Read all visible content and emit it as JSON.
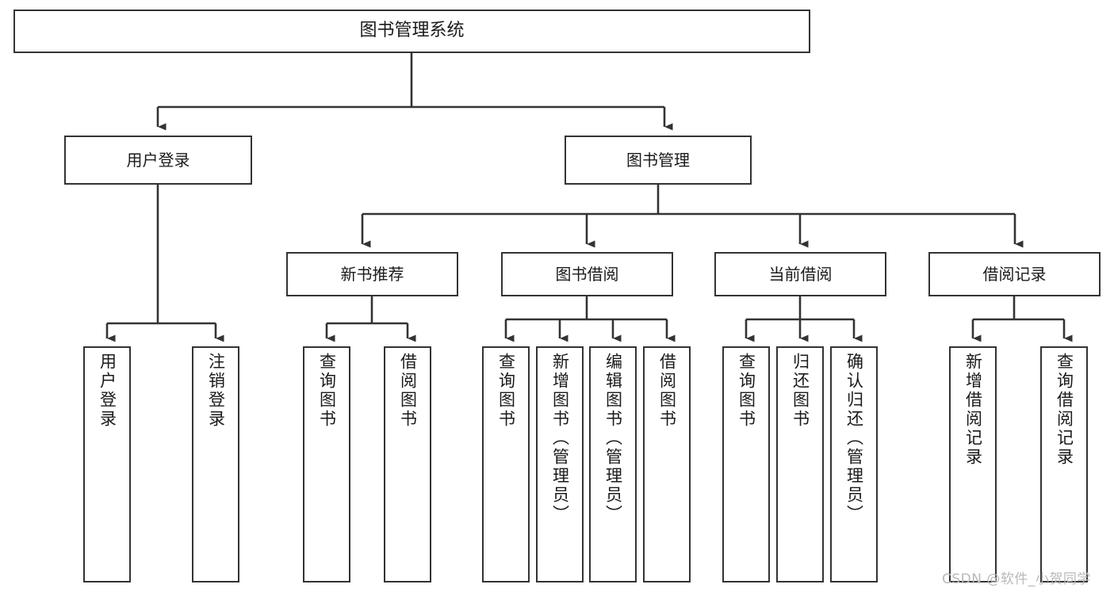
{
  "diagram": {
    "title": "图书管理系统",
    "type": "tree-hierarchy",
    "background_color": "#ffffff",
    "line_color": "#333333",
    "box_border_color": "#333333",
    "box_fill_color": "#ffffff",
    "text_color": "#1a1a1a"
  },
  "root": {
    "label": "图书管理系统"
  },
  "level1": [
    {
      "label": "用户登录"
    },
    {
      "label": "图书管理"
    }
  ],
  "level2": [
    {
      "label": "新书推荐"
    },
    {
      "label": "图书借阅"
    },
    {
      "label": "当前借阅"
    },
    {
      "label": "借阅记录"
    }
  ],
  "leaves": {
    "user_login": [
      {
        "label": "用户登录"
      },
      {
        "label": "注销登录"
      }
    ],
    "new_book_recommend": [
      {
        "label": "查询图书"
      },
      {
        "label": "借阅图书"
      }
    ],
    "book_borrow": [
      {
        "label": "查询图书"
      },
      {
        "label": "新增图书（管理员）"
      },
      {
        "label": "编辑图书（管理员）"
      },
      {
        "label": "借阅图书"
      }
    ],
    "current_borrow": [
      {
        "label": "查询图书"
      },
      {
        "label": "归还图书"
      },
      {
        "label": "确认归还（管理员）"
      }
    ],
    "borrow_record": [
      {
        "label": "新增借阅记录"
      },
      {
        "label": "查询借阅记录"
      }
    ]
  },
  "watermark": {
    "text": "CSDN @软件_小贺同学"
  }
}
